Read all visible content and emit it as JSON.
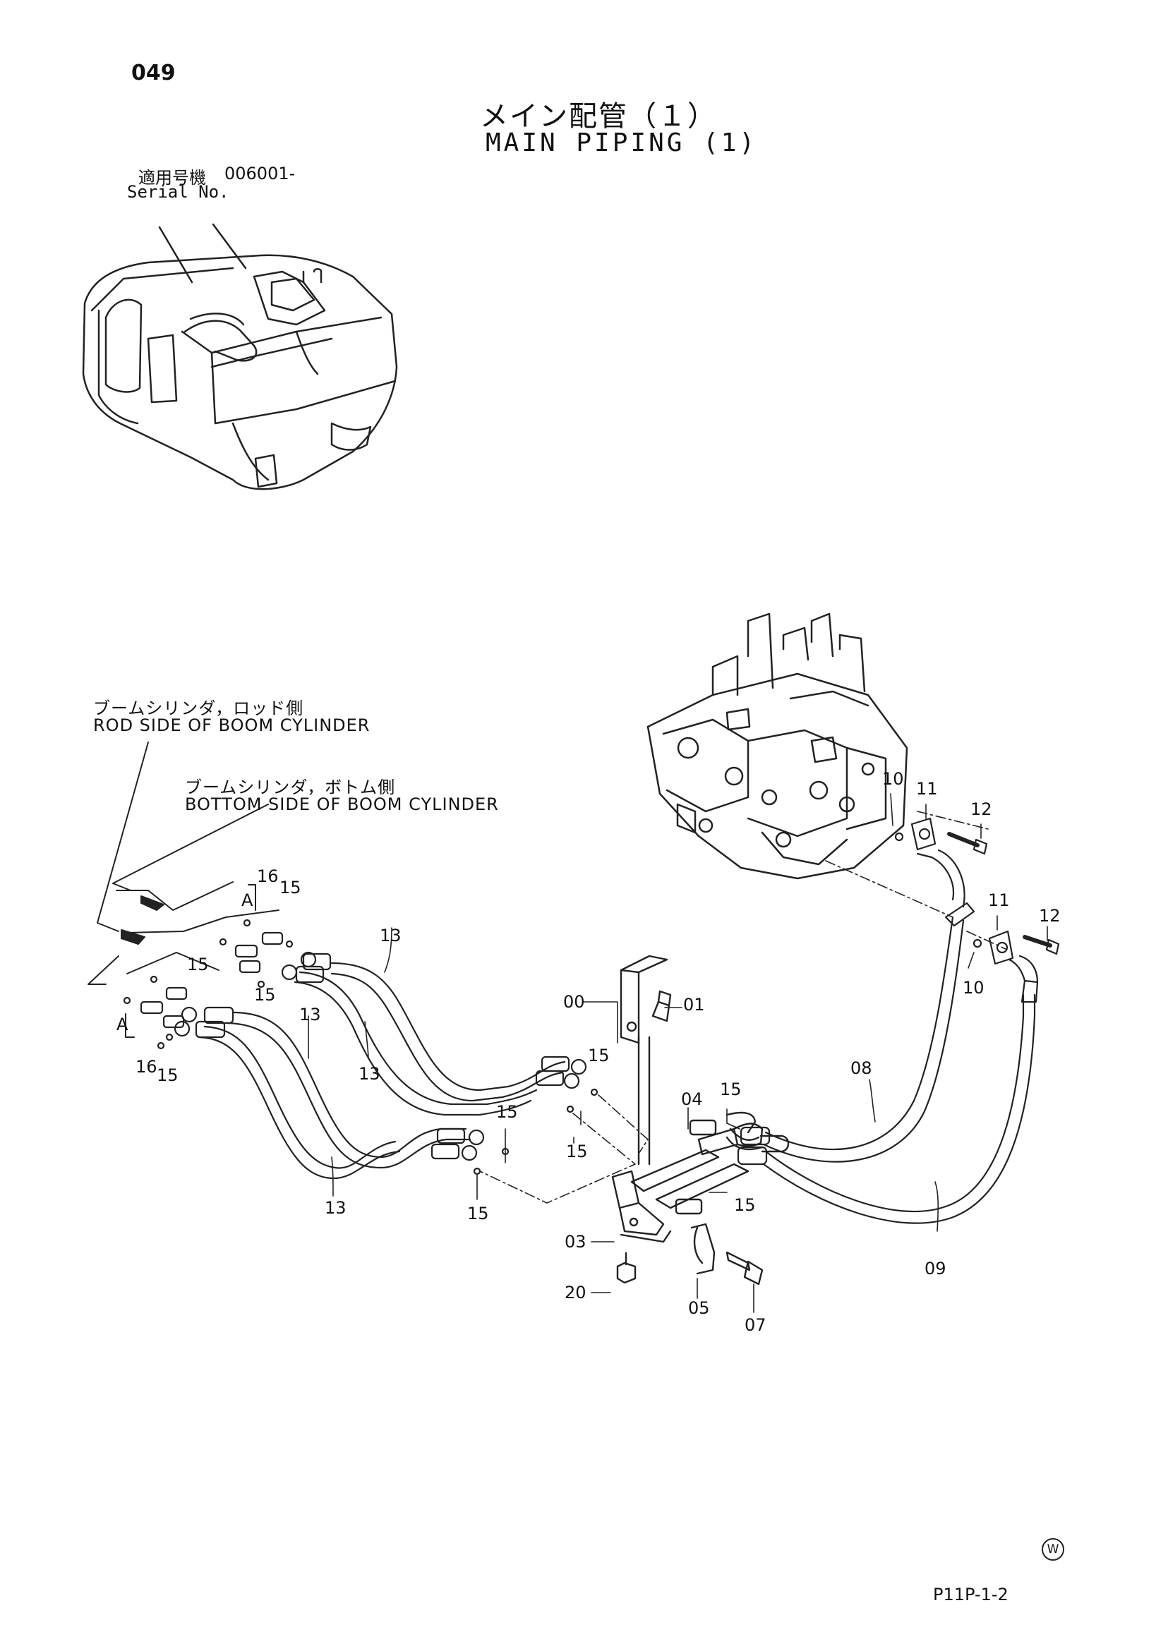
{
  "page": {
    "number": "049",
    "title_jp": "メイン配管（１）",
    "title_en": "MAIN PIPING (1)",
    "serial_label_jp": "適用号機",
    "serial_value": "006001-",
    "serial_label_en": "Serial No.",
    "drawing_code": "P11P-1-2",
    "mark": "W"
  },
  "cylinder_labels": {
    "rod_jp": "ブームシリンダ，ロッド側",
    "rod_en": "ROD SIDE OF BOOM CYLINDER",
    "bottom_jp": "ブームシリンダ，ボトム側",
    "bottom_en": "BOTTOM SIDE OF BOOM CYLINDER"
  },
  "callouts": {
    "a_upper": "A",
    "a_lower": "A",
    "p16_upper": "16",
    "p15_upper": "15",
    "p15_b": "15",
    "p15_c": "15",
    "p16_lower": "16",
    "p15_lower": "15",
    "p13_a": "13",
    "p13_b": "13",
    "p13_c": "13",
    "p13_d": "13",
    "p00": "00",
    "p01": "01",
    "p15_d": "15",
    "p15_e": "15",
    "p15_f": "15",
    "p15_g": "15",
    "p04": "04",
    "p15_h": "15",
    "p15_i": "15",
    "p08": "08",
    "p09": "09",
    "p10_a": "10",
    "p11_a": "11",
    "p12_a": "12",
    "p10_b": "10",
    "p11_b": "11",
    "p12_b": "12",
    "p03": "03",
    "p20": "20",
    "p05": "05",
    "p07": "07"
  }
}
